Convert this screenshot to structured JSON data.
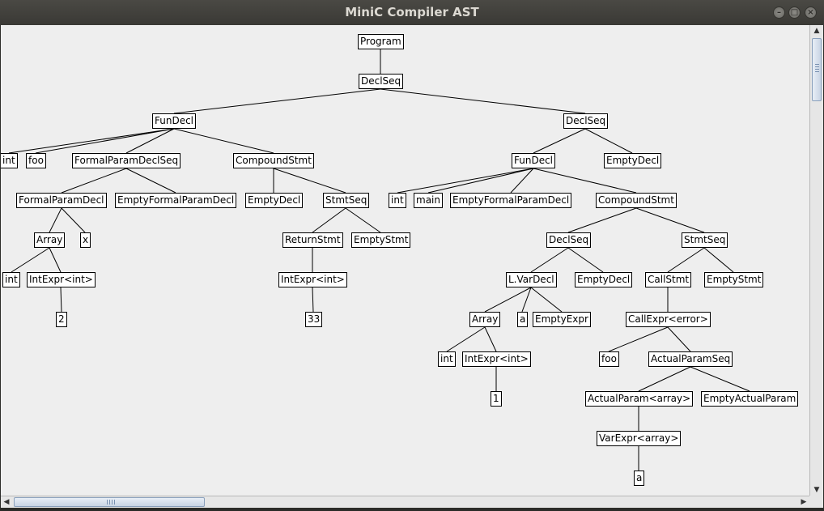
{
  "window": {
    "title": "MiniC Compiler AST"
  },
  "colors": {
    "titlebar": "#3c3b37",
    "canvas": "#eeeeee",
    "node_bg": "#ffffff",
    "edge": "#000000"
  },
  "scrollbars": {
    "up_icon": "▲",
    "down_icon": "▼",
    "left_icon": "◀",
    "right_icon": "▶"
  },
  "tree": {
    "label": "Program",
    "children": [
      {
        "label": "DeclSeq",
        "children": [
          {
            "label": "FunDecl",
            "children": [
              {
                "label": "int"
              },
              {
                "label": "foo"
              },
              {
                "label": "FormalParamDeclSeq",
                "children": [
                  {
                    "label": "FormalParamDecl",
                    "children": [
                      {
                        "label": "Array",
                        "children": [
                          {
                            "label": "int"
                          },
                          {
                            "label": "IntExpr<int>",
                            "children": [
                              {
                                "label": "2"
                              }
                            ]
                          }
                        ]
                      },
                      {
                        "label": "x"
                      }
                    ]
                  },
                  {
                    "label": "EmptyFormalParamDecl"
                  }
                ]
              },
              {
                "label": "CompoundStmt",
                "children": [
                  {
                    "label": "EmptyDecl"
                  },
                  {
                    "label": "StmtSeq",
                    "children": [
                      {
                        "label": "ReturnStmt",
                        "children": [
                          {
                            "label": "IntExpr<int>",
                            "children": [
                              {
                                "label": "33"
                              }
                            ]
                          }
                        ]
                      },
                      {
                        "label": "EmptyStmt"
                      }
                    ]
                  }
                ]
              }
            ]
          },
          {
            "label": "DeclSeq",
            "children": [
              {
                "label": "FunDecl",
                "children": [
                  {
                    "label": "int"
                  },
                  {
                    "label": "main"
                  },
                  {
                    "label": "EmptyFormalParamDecl"
                  },
                  {
                    "label": "CompoundStmt",
                    "children": [
                      {
                        "label": "DeclSeq",
                        "children": [
                          {
                            "label": "L.VarDecl",
                            "children": [
                              {
                                "label": "Array",
                                "children": [
                                  {
                                    "label": "int"
                                  },
                                  {
                                    "label": "IntExpr<int>",
                                    "children": [
                                      {
                                        "label": "1"
                                      }
                                    ]
                                  }
                                ]
                              },
                              {
                                "label": "a"
                              },
                              {
                                "label": "EmptyExpr"
                              }
                            ]
                          },
                          {
                            "label": "EmptyDecl"
                          }
                        ]
                      },
                      {
                        "label": "StmtSeq",
                        "children": [
                          {
                            "label": "CallStmt",
                            "children": [
                              {
                                "label": "CallExpr<error>",
                                "children": [
                                  {
                                    "label": "foo"
                                  },
                                  {
                                    "label": "ActualParamSeq",
                                    "children": [
                                      {
                                        "label": "ActualParam<array>",
                                        "children": [
                                          {
                                            "label": "VarExpr<array>",
                                            "children": [
                                              {
                                                "label": "a"
                                              }
                                            ]
                                          }
                                        ]
                                      },
                                      {
                                        "label": "EmptyActualParam"
                                      }
                                    ]
                                  }
                                ]
                              }
                            ]
                          },
                          {
                            "label": "EmptyStmt"
                          }
                        ]
                      }
                    ]
                  }
                ]
              },
              {
                "label": "EmptyDecl"
              }
            ]
          }
        ]
      }
    ]
  }
}
